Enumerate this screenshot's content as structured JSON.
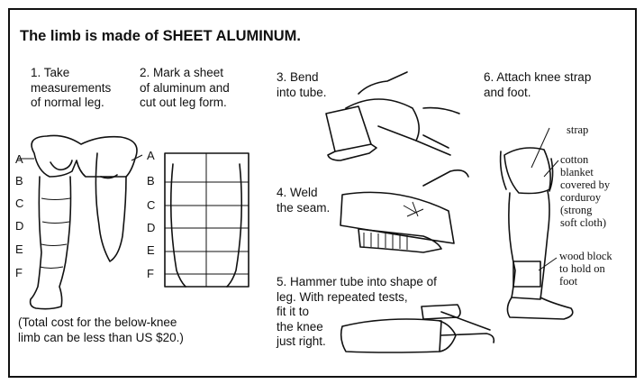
{
  "title": "The limb is made of SHEET ALUMINUM.",
  "steps": [
    {
      "text": "1.  Take\nmeasurements\nof normal leg."
    },
    {
      "text": "2.  Mark a sheet\nof aluminum and\ncut out leg form."
    },
    {
      "text": "3.  Bend\ninto tube."
    },
    {
      "text": "4.  Weld\nthe seam."
    },
    {
      "text": "5.  Hammer tube into shape of\nleg. With repeated tests,\nfit it to\nthe knee\njust right."
    },
    {
      "text": "6.  Attach knee strap\nand foot."
    }
  ],
  "measure_labels_left": [
    "A",
    "B",
    "C",
    "D",
    "E",
    "F"
  ],
  "measure_labels_right": [
    "A",
    "B",
    "C",
    "D",
    "E",
    "F"
  ],
  "callouts": {
    "strap": "strap",
    "blanket": "cotton\nblanket\ncovered by\ncorduroy\n(strong\nsoft cloth)",
    "wood_block": "wood block\nto hold on\nfoot"
  },
  "note": "(Total cost for the below-knee\nlimb can be less than US $20.)"
}
